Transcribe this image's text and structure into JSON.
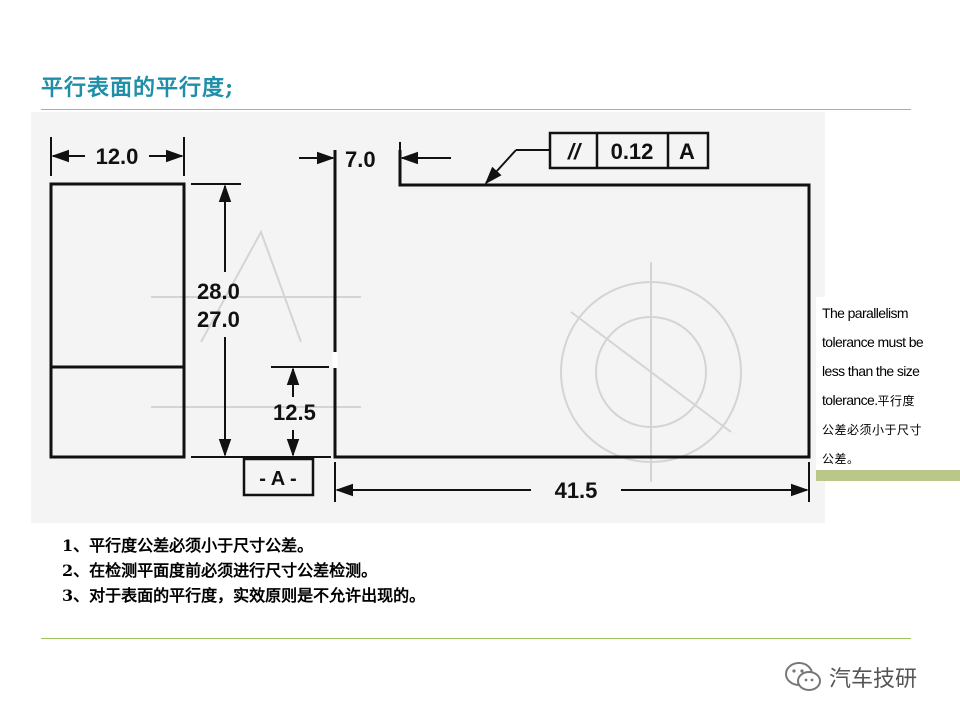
{
  "slide": {
    "title": "平行表面的平行度;",
    "accent_color": "#1f8ea8",
    "rule_color": "#9dc35a"
  },
  "drawing": {
    "dims": {
      "width_left": "12.0",
      "step": "7.0",
      "height_max": "28.0",
      "height_min": "27.0",
      "low_height": "12.5",
      "length": "41.5"
    },
    "fcf": {
      "symbol": "//",
      "tolerance": "0.12",
      "datum": "A"
    },
    "datum_label": "- A -"
  },
  "note": {
    "lines_en": [
      "The parallelism",
      "tolerance must be",
      "less than the size",
      "tolerance."
    ],
    "line_cn_1": "平行度",
    "line_cn_2": "公差必须小于尺寸",
    "line_cn_3": "公差。"
  },
  "points": [
    "1、平行度公差必须小于尺寸公差。",
    "2、在检测平面度前必须进行尺寸公差检测。",
    "3、对于表面的平行度，实效原则是不允许出现的。"
  ],
  "watermark": {
    "icon": "wechat-icon",
    "text": "汽车技研"
  }
}
